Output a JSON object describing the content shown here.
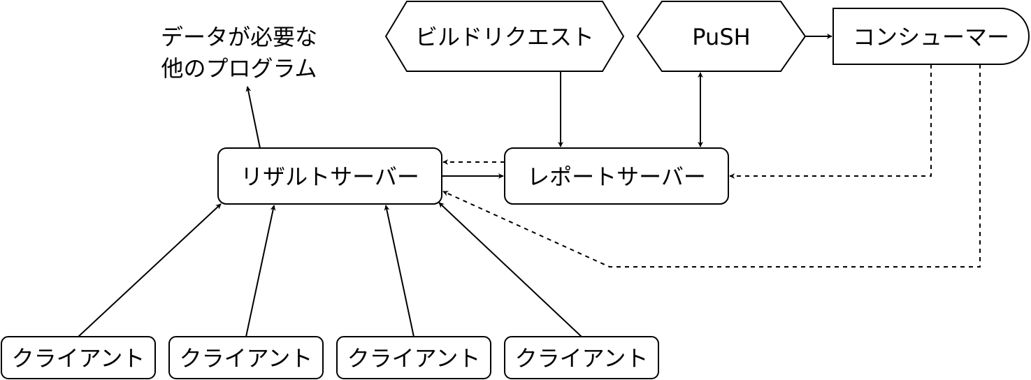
{
  "diagram": {
    "nodes": {
      "other_programs": {
        "line1": "データが必要な",
        "line2": "他のプログラム"
      },
      "build_request": {
        "label": "ビルドリクエスト"
      },
      "push": {
        "label": "PuSH"
      },
      "consumer": {
        "label": "コンシューマー"
      },
      "result_server": {
        "label": "リザルトサーバー"
      },
      "report_server": {
        "label": "レポートサーバー"
      },
      "clients": [
        {
          "label": "クライアント"
        },
        {
          "label": "クライアント"
        },
        {
          "label": "クライアント"
        },
        {
          "label": "クライアント"
        }
      ]
    },
    "edges": [
      {
        "from": "result_server",
        "to": "other_programs",
        "style": "solid"
      },
      {
        "from": "build_request",
        "to": "report_server",
        "style": "solid"
      },
      {
        "from": "push",
        "to": "report_server",
        "style": "solid",
        "bidirectional": true
      },
      {
        "from": "push",
        "to": "consumer",
        "style": "solid"
      },
      {
        "from": "report_server",
        "to": "result_server",
        "style": "dashed"
      },
      {
        "from": "result_server",
        "to": "report_server",
        "style": "solid"
      },
      {
        "from": "consumer",
        "to": "report_server",
        "style": "dashed"
      },
      {
        "from": "consumer",
        "to": "result_server",
        "style": "dashed"
      },
      {
        "from": "client_1",
        "to": "result_server",
        "style": "solid"
      },
      {
        "from": "client_2",
        "to": "result_server",
        "style": "solid"
      },
      {
        "from": "client_3",
        "to": "result_server",
        "style": "solid"
      },
      {
        "from": "client_4",
        "to": "result_server",
        "style": "solid"
      }
    ]
  }
}
